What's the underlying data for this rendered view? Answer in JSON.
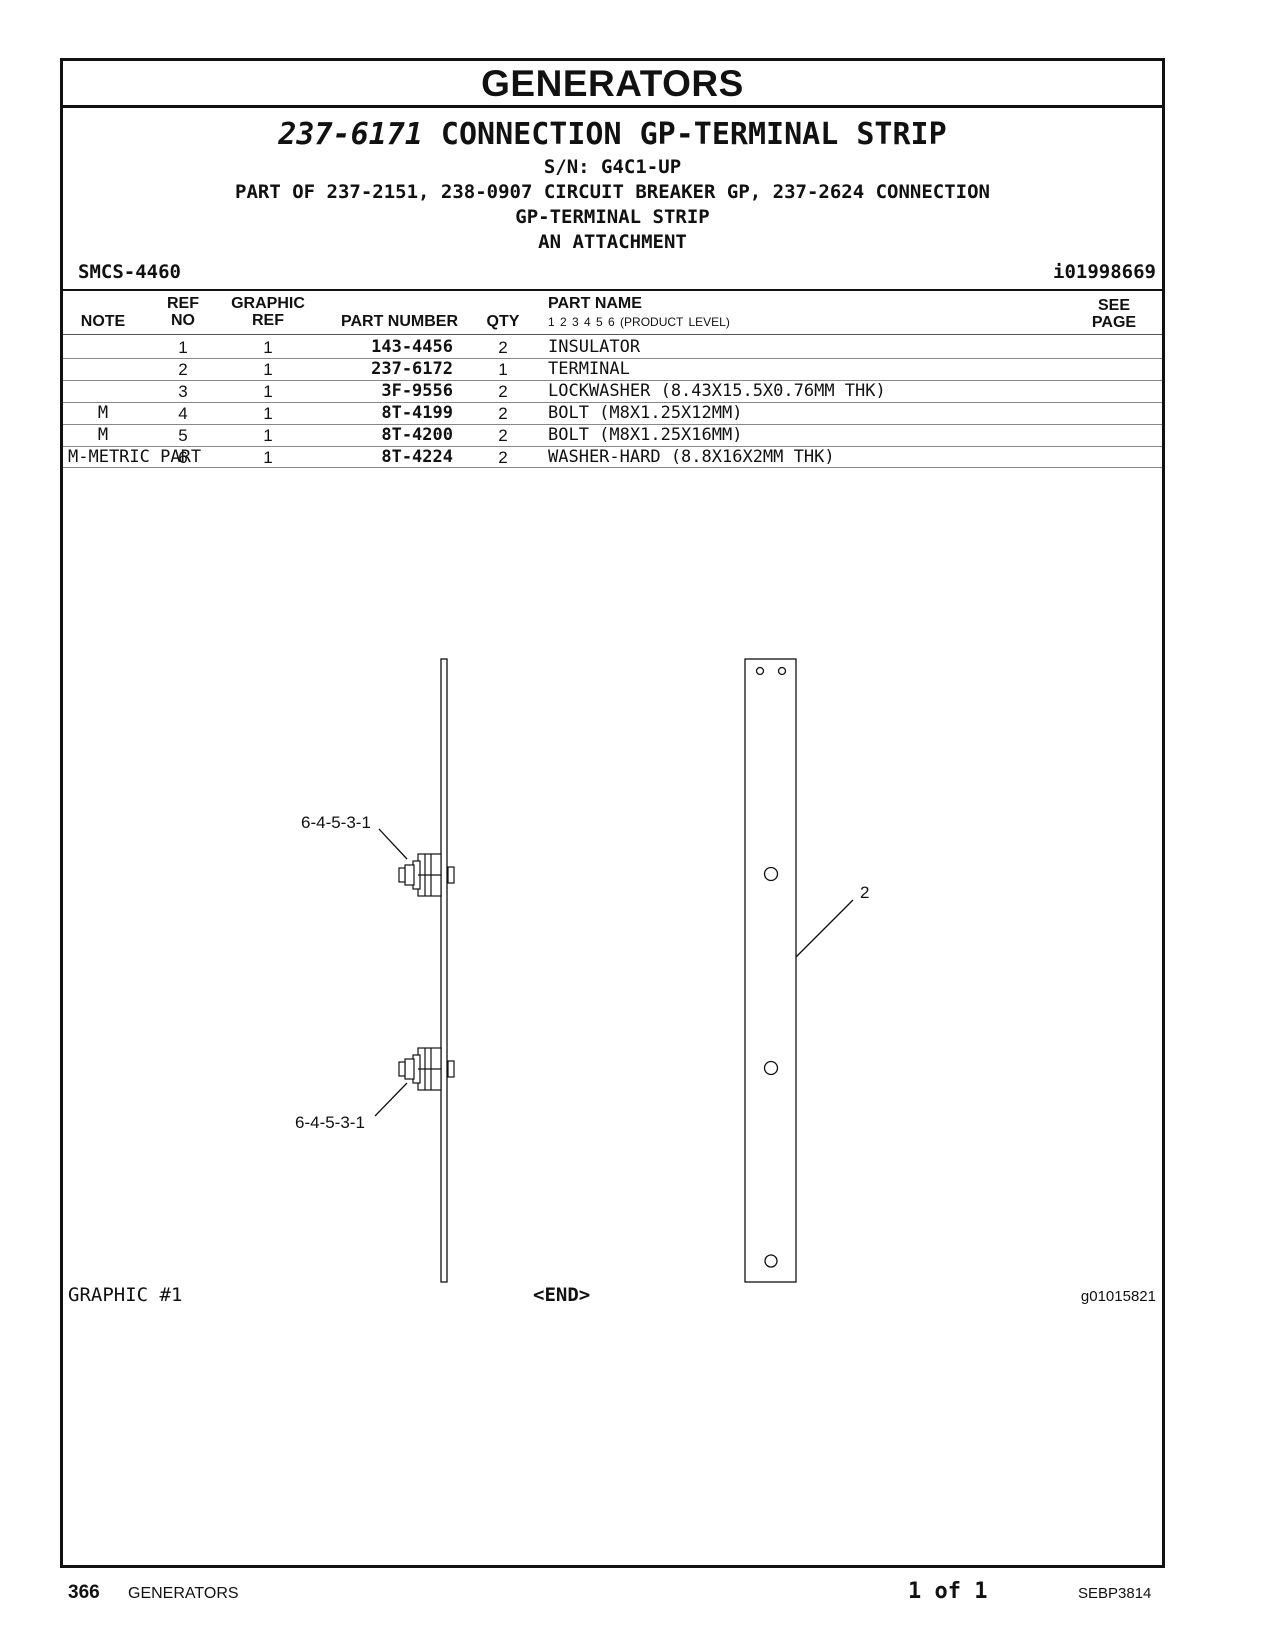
{
  "section_title": "GENERATORS",
  "group": {
    "part_number": "237-6171",
    "name": "CONNECTION GP-TERMINAL STRIP",
    "serial": "S/N: G4C1-UP",
    "part_of_lines": [
      "PART OF 237-2151, 238-0907 CIRCUIT BREAKER GP, 237-2624 CONNECTION",
      "GP-TERMINAL STRIP",
      "AN ATTACHMENT"
    ],
    "smcs": "SMCS-4460",
    "illustration_id": "i01998669"
  },
  "columns": {
    "note": "NOTE",
    "ref_1": "REF",
    "ref_2": "NO",
    "graphic_1": "GRAPHIC",
    "graphic_2": "REF",
    "part_number": "PART NUMBER",
    "qty": "QTY",
    "part_name": "PART NAME",
    "product_levels": "1 2 3 4 5 6 (PRODUCT LEVEL)",
    "see_1": "SEE",
    "see_2": "PAGE"
  },
  "parts": [
    {
      "note": "",
      "ref": "1",
      "graphic": "1",
      "part_number": "143-4456",
      "qty": "2",
      "name": "INSULATOR"
    },
    {
      "note": "",
      "ref": "2",
      "graphic": "1",
      "part_number": "237-6172",
      "qty": "1",
      "name": "TERMINAL"
    },
    {
      "note": "",
      "ref": "3",
      "graphic": "1",
      "part_number": "3F-9556",
      "qty": "2",
      "name": "LOCKWASHER (8.43X15.5X0.76MM THK)"
    },
    {
      "note": "M",
      "ref": "4",
      "graphic": "1",
      "part_number": "8T-4199",
      "qty": "2",
      "name": "BOLT (M8X1.25X12MM)"
    },
    {
      "note": "M",
      "ref": "5",
      "graphic": "1",
      "part_number": "8T-4200",
      "qty": "2",
      "name": "BOLT (M8X1.25X16MM)"
    },
    {
      "note": "",
      "ref": "6",
      "graphic": "1",
      "part_number": "8T-4224",
      "qty": "2",
      "name": "WASHER-HARD (8.8X16X2MM THK)"
    }
  ],
  "metric_note": "M-METRIC PART",
  "drawing": {
    "callout_upper": "6-4-5-3-1",
    "callout_lower": "6-4-5-3-1",
    "callout_terminal": "2"
  },
  "graphic_label": "GRAPHIC #1",
  "end_label": "<END>",
  "graphic_id": "g01015821",
  "footer": {
    "page_number": "366",
    "section": "GENERATORS",
    "page_count": "1 of 1",
    "doc_id": "SEBP3814"
  }
}
